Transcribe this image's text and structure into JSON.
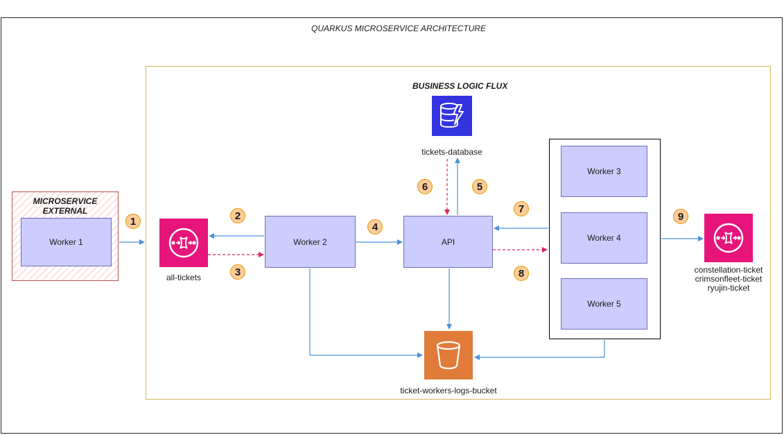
{
  "titles": {
    "architecture": "QUARKUS MICROSERVICE ARCHITECTURE",
    "business": "BUSINESS LOGIC FLUX",
    "external": "MICROSERVICE EXTERNAL"
  },
  "nodes": {
    "worker1": "Worker 1",
    "worker2": "Worker 2",
    "api": "API",
    "worker3": "Worker 3",
    "worker4": "Worker 4",
    "worker5": "Worker 5",
    "all_tickets": "all-tickets",
    "tickets_database": "tickets-database",
    "logs_bucket": "ticket-workers-logs-bucket",
    "topic_line1": "constellation-ticket",
    "topic_line2": "crimsonfleet-ticket",
    "topic_line3": "ryujin-ticket"
  },
  "steps": [
    "1",
    "2",
    "3",
    "4",
    "5",
    "6",
    "7",
    "8",
    "9"
  ],
  "icons": {
    "queue": "sqs-queue-icon",
    "database": "dynamodb-icon",
    "bucket": "s3-bucket-icon"
  },
  "colors": {
    "solid_arrow": "#4a90d9",
    "dashed_arrow": "#e0245e",
    "worker_fill": "#ccccff",
    "badge_fill": "#ffcc99",
    "queue_fill": "#e7157b",
    "database_fill": "#3334e0",
    "bucket_fill": "#e07b39"
  }
}
